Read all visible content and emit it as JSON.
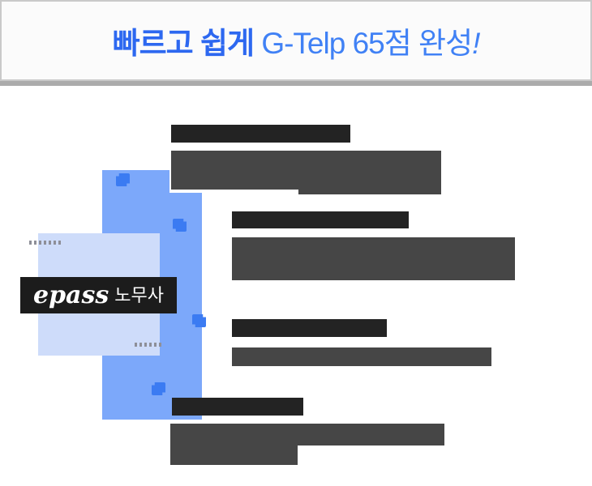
{
  "header": {
    "title_highlight": "빠르고 쉽게",
    "title_main": " G-Telp 65점 완성",
    "title_exclamation": "!"
  },
  "logo_badge": {
    "brand": "epass",
    "label": "노무사"
  },
  "colors": {
    "highlight_blue": "#2d68f0",
    "title_blue": "#4081f5",
    "panel_blue": "#7ca8fa",
    "panel_light_blue": "#cedcfa",
    "icon_blue": "#3b7bf2",
    "redacted_dark": "#232323",
    "redacted_gray": "#464646",
    "badge_black": "#1c1c1c",
    "header_background": "#fbfbfb",
    "header_border_gray": "#c9c9c9",
    "header_shadow_gray": "#ababab",
    "dash_gray": "#8e8f98"
  },
  "icons": [
    {
      "name": "feature-icon-1"
    },
    {
      "name": "feature-icon-2"
    },
    {
      "name": "feature-icon-3"
    },
    {
      "name": "feature-icon-4"
    }
  ]
}
